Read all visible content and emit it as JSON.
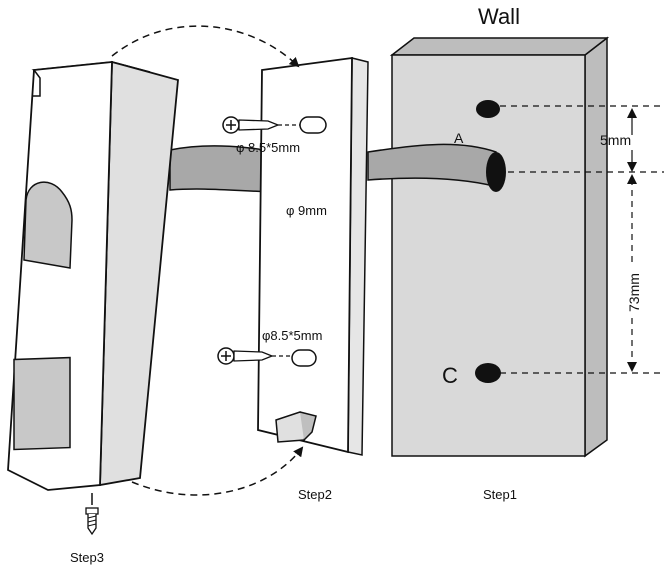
{
  "labels": {
    "wall": "Wall",
    "point_a": "A",
    "point_c": "C",
    "dim_top": "5mm",
    "dim_vertical": "73mm",
    "hole_top": "φ 8.5*5mm",
    "hole_cable": "φ 9mm",
    "hole_bottom": "φ8.5*5mm",
    "step1": "Step1",
    "step2": "Step2",
    "step3": "Step3"
  },
  "colors": {
    "wall_face": "#d9d9d9",
    "wall_side": "#bdbdbd",
    "cable": "#a8a8a8",
    "line": "#111111",
    "plate": "#ffffff"
  }
}
